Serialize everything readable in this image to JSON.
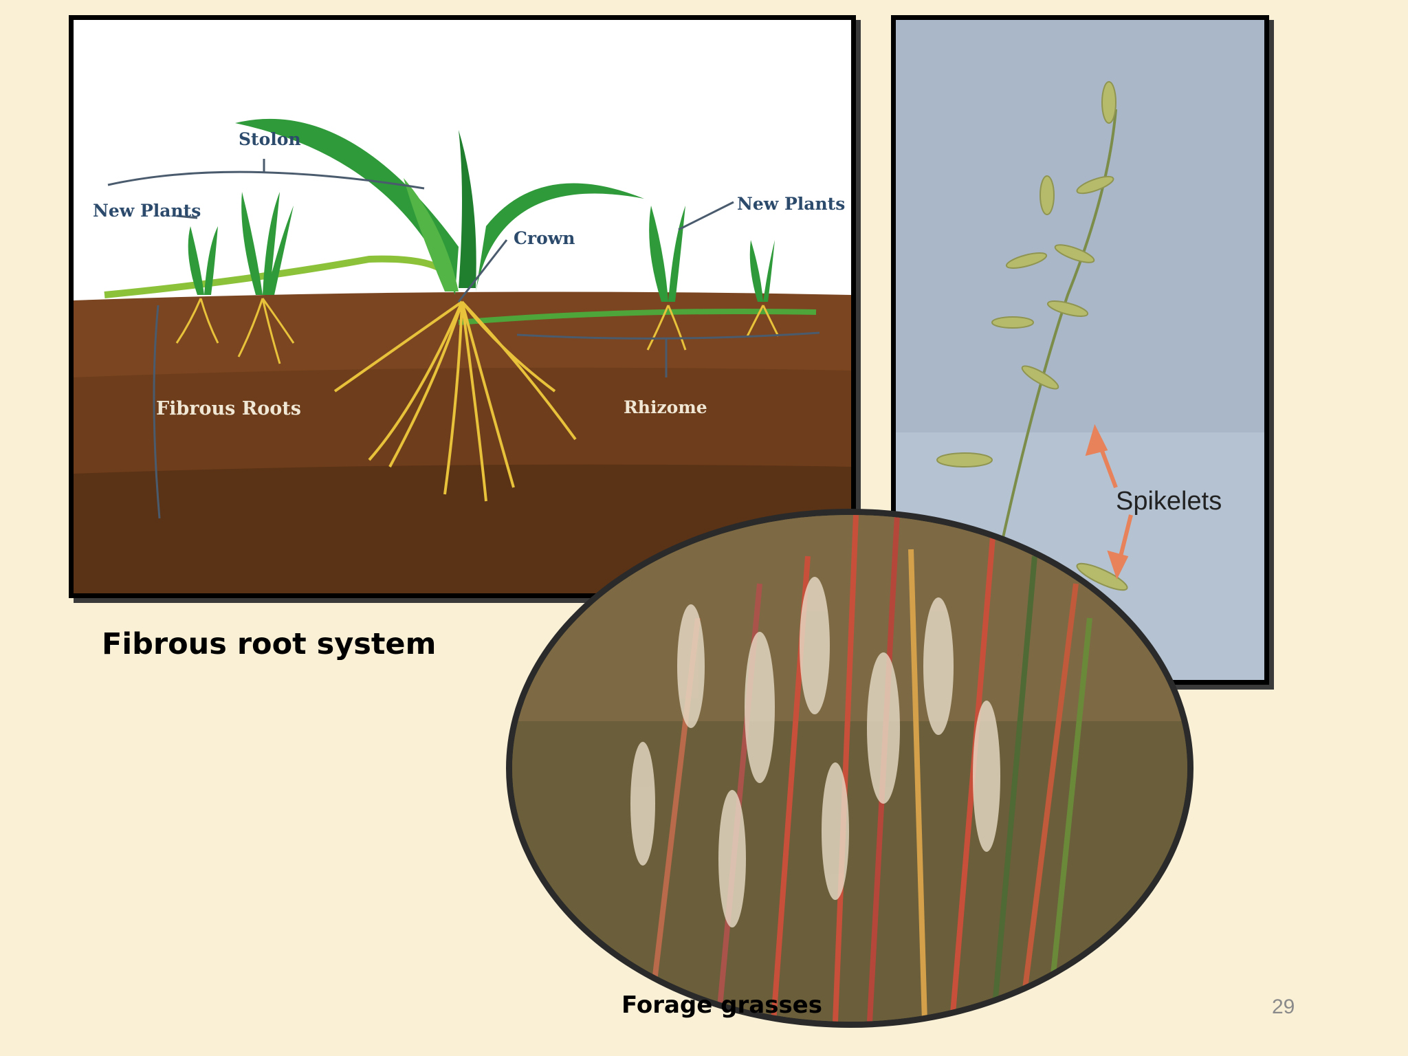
{
  "slide": {
    "page_number": "29",
    "captions": {
      "fibrous_root": "Fibrous root system",
      "forage": "Forage grasses"
    }
  },
  "root_diagram": {
    "labels": {
      "stolon": "Stolon",
      "new_plants_left": "New Plants",
      "new_plants_right": "New Plants",
      "crown": "Crown",
      "fibrous_roots": "Fibrous Roots",
      "rhizome": "Rhizome"
    },
    "colors": {
      "label": "#2c4a6b",
      "leaf": "#2f9a3a",
      "root": "#e8c23a",
      "soil_top": "#7a4520",
      "soil_bottom": "#5a3215"
    }
  },
  "spikelet_photo": {
    "label": "Spikelets",
    "arrow_color": "#e8825a"
  },
  "icons": [
    "grass-plant-icon",
    "spikelet-arrow-icon"
  ]
}
